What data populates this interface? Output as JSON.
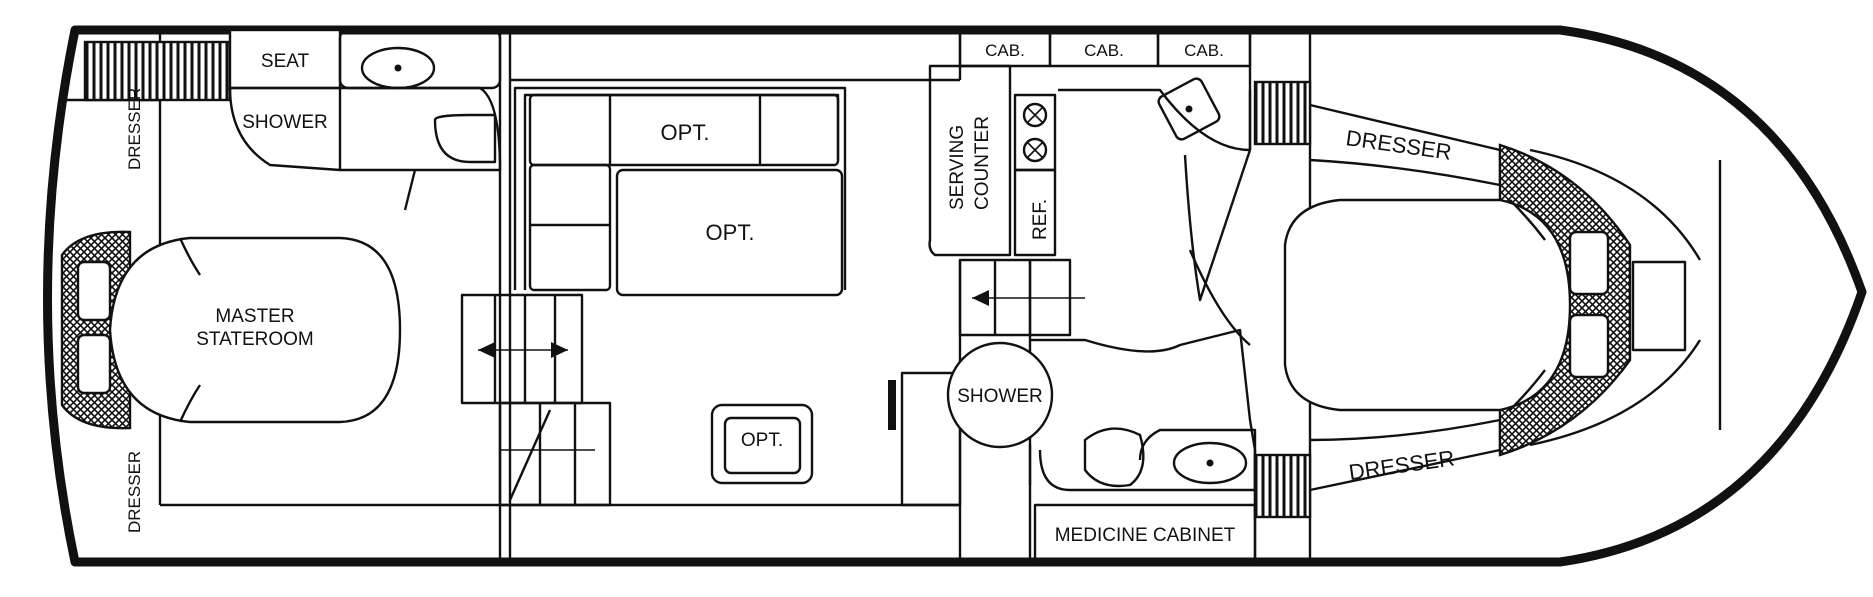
{
  "labels": {
    "seat": "SEAT",
    "shower_aft": "SHOWER",
    "dresser_aft_upper": "DRESSER",
    "dresser_aft_lower": "DRESSER",
    "master_line1": "MASTER",
    "master_line2": "STATEROOM",
    "opt_dinette_back": "OPT.",
    "opt_table": "OPT.",
    "opt_chair": "OPT.",
    "cab_1": "CAB.",
    "cab_2": "CAB.",
    "cab_3": "CAB.",
    "serving_line1": "SERVING",
    "serving_line2": "COUNTER",
    "ref": "REF.",
    "shower_fwd": "SHOWER",
    "medicine_cabinet": "MEDICINE CABINET",
    "dresser_fwd_upper": "DRESSER",
    "dresser_fwd_lower": "DRESSER"
  },
  "colors": {
    "ink": "#111111",
    "paper": "#ffffff"
  }
}
